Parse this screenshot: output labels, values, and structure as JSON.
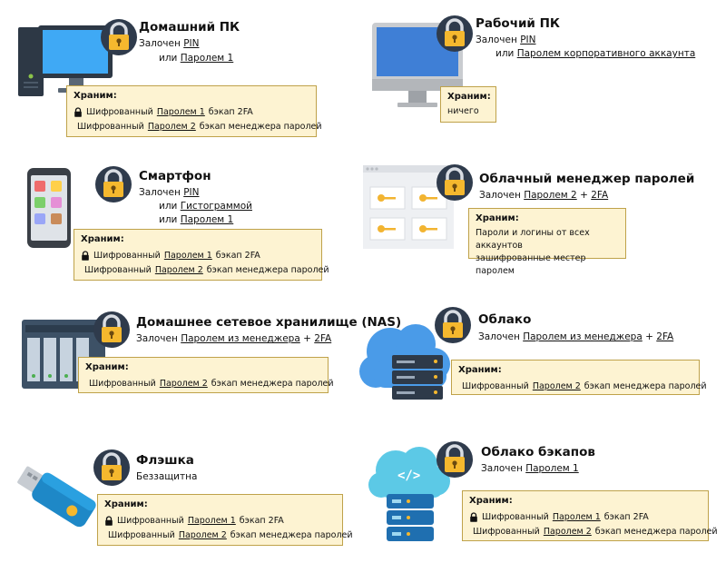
{
  "locked_prefix": "Залочен",
  "or_word": "или",
  "plus": "+",
  "stored_title": "Храним:",
  "encrypted": "Шифрованный",
  "devices": {
    "home_pc": {
      "title": "Домашний ПК",
      "lock1": "PIN",
      "lock2": "Паролем 1",
      "rows": [
        {
          "key": "Паролем 1",
          "what": "бэкап 2FA"
        },
        {
          "key": "Паролем 2",
          "what": "бэкап менеджера паролей"
        }
      ]
    },
    "work_pc": {
      "title": "Рабочий ПК",
      "lock1": "PIN",
      "lock2": "Паролем корпоративного аккаунта",
      "stored": "ничего"
    },
    "phone": {
      "title": "Смартфон",
      "lock1": "PIN",
      "lock2": "Гистограммой",
      "lock3": "Паролем 1",
      "rows": [
        {
          "key": "Паролем 1",
          "what": "бэкап 2FA"
        },
        {
          "key": "Паролем 2",
          "what": "бэкап менеджера паролей"
        }
      ]
    },
    "cloud_pm": {
      "title": "Облачный менеджер паролей",
      "lock1": "Паролем 2",
      "lock2": "2FA",
      "stored_line1": "Пароли и логины от всех аккаунтов",
      "stored_line2": "зашифрованные  местер паролем"
    },
    "nas": {
      "title": "Домашнее сетевое хранилище (NAS)",
      "lock1": "Паролем из менеджера",
      "lock2": "2FA",
      "rows": [
        {
          "key": "Паролем 2",
          "what": "бэкап менеджера паролей"
        }
      ]
    },
    "cloud": {
      "title": "Облако",
      "lock1": "Паролем из менеджера",
      "lock2": "2FA",
      "rows": [
        {
          "key": "Паролем 2",
          "what": "бэкап менеджера паролей"
        }
      ]
    },
    "flash": {
      "title": "Флэшка",
      "status": "Беззащитна",
      "rows": [
        {
          "key": "Паролем 1",
          "what": "бэкап 2FA"
        },
        {
          "key": "Паролем 2",
          "what": "бэкап менеджера паролей"
        }
      ]
    },
    "backup_cloud": {
      "title": "Облако бэкапов",
      "lock1": "Паролем 1",
      "rows": [
        {
          "key": "Паролем 1",
          "what": "бэкап 2FA"
        },
        {
          "key": "Паролем 2",
          "what": "бэкап менеджера паролей"
        }
      ]
    }
  },
  "colors": {
    "badge": "#2f3b4c",
    "lock_body": "#f5b82e",
    "note_bg": "#fdf3d2",
    "note_border": "#bfa24a"
  }
}
